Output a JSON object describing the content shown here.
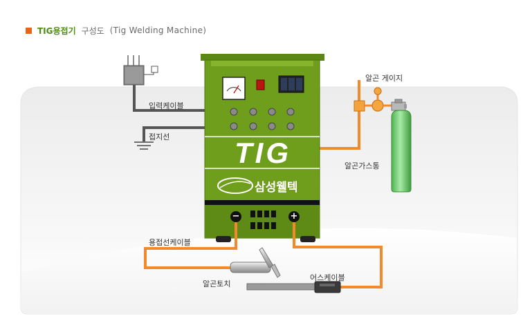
{
  "header": {
    "title_main": "TIG용접기",
    "title_part": "구성도",
    "title_sub": "(Tig Welding Machine)"
  },
  "machine": {
    "model": "TIG",
    "brand": "삼성웰텍",
    "negative_terminal": "−",
    "positive_terminal": "+"
  },
  "labels": {
    "input_cable": "입력케이블",
    "ground_wire": "접지선",
    "argon_gauge": "알곤 게이지",
    "argon_tank": "알곤가스통",
    "welding_cable": "용접선케이블",
    "argon_torch": "알곤토치",
    "earth_cable": "어스케이블"
  },
  "colors": {
    "machine_green": "#6e9e1c",
    "cable_orange": "#f28a2a",
    "tank_green": "#7ed67e",
    "title_green": "#4e8c12",
    "bullet_orange": "#e8641c"
  }
}
